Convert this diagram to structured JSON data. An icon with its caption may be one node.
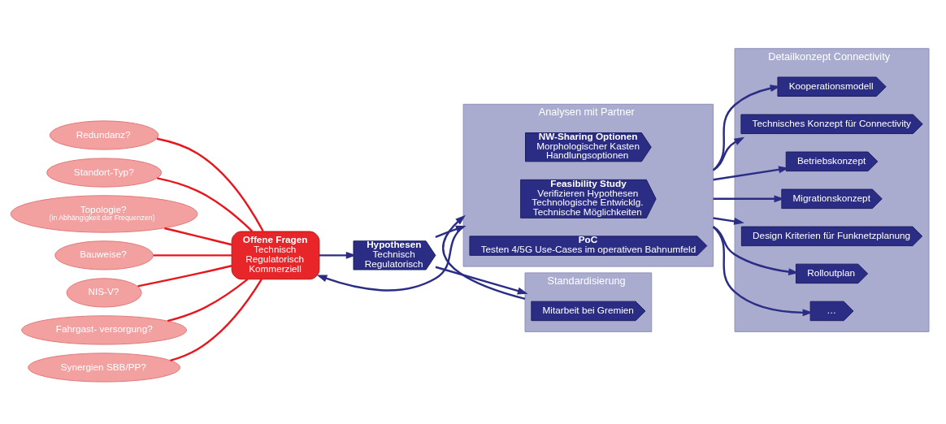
{
  "diagram": {
    "nodes": [
      {
        "text": [
          "Redundanz?"
        ]
      },
      {
        "text": [
          "Standort-Typ?"
        ]
      },
      {
        "text": [
          "Topologie?",
          "(in Abhängigkeit der Frequenzen)"
        ]
      },
      {
        "text": [
          "Bauweise?"
        ]
      },
      {
        "text": [
          "NIS-V?"
        ]
      },
      {
        "text": [
          "Fahrgast- versorgung?"
        ]
      },
      {
        "text": [
          "Synergien SBB/PP?"
        ]
      },
      {
        "text": [
          "Offene Fragen",
          "Technisch",
          "Regulatorisch",
          "Kommerziell"
        ]
      },
      {
        "text": [
          "Hypothesen",
          "Technisch",
          "Regulatorisch"
        ]
      },
      {
        "text": [
          "Analysen mit Partner"
        ]
      },
      {
        "text": [
          "NW-Sharing Optionen",
          "Morphologischer Kasten",
          "Handlungsoptionen"
        ],
        "in": 9
      },
      {
        "text": [
          "Feasibility Study",
          "Verifizieren Hypothesen",
          "Technologische Entwicklg.",
          "Technische Möglichkeiten"
        ],
        "in": 9
      },
      {
        "text": [
          "PoC",
          "Testen 4/5G Use-Cases im operativen Bahnumfeld"
        ],
        "in": 9
      },
      {
        "text": [
          "Standardisierung"
        ]
      },
      {
        "text": [
          "Mitarbeit bei Gremien"
        ],
        "in": 13
      },
      {
        "text": [
          "Detailkonzept Connectivity"
        ]
      },
      {
        "text": [
          "Kooperationsmodell"
        ],
        "in": 15
      },
      {
        "text": [
          "Technisches Konzept für Connectivity"
        ],
        "in": 15
      },
      {
        "text": [
          "Betriebskonzept"
        ],
        "in": 15
      },
      {
        "text": [
          "Migrationskonzept"
        ],
        "in": 15
      },
      {
        "text": [
          "Design Kriterien für Funknetzplanung"
        ],
        "in": 15
      },
      {
        "text": [
          "Rolloutplan"
        ],
        "in": 15
      },
      {
        "text": [
          "…"
        ],
        "in": 15
      }
    ],
    "edges": [
      {
        "from": 0,
        "to": 7,
        "arrow": "none",
        "color": "#e8161c"
      },
      {
        "from": 1,
        "to": 7,
        "arrow": "none",
        "color": "#e8161c"
      },
      {
        "from": 2,
        "to": 7,
        "arrow": "none",
        "color": "#e8161c"
      },
      {
        "from": 3,
        "to": 7,
        "arrow": "none",
        "color": "#e8161c"
      },
      {
        "from": 4,
        "to": 7,
        "arrow": "none",
        "color": "#e8161c"
      },
      {
        "from": 5,
        "to": 7,
        "arrow": "none",
        "color": "#e8161c"
      },
      {
        "from": 6,
        "to": 7,
        "arrow": "none",
        "color": "#e8161c"
      },
      {
        "from": 7,
        "to": 8,
        "arrow": "to"
      },
      {
        "from": 8,
        "to": 9,
        "arrow": "to"
      },
      {
        "from": 8,
        "to": 13,
        "arrow": "to"
      },
      {
        "from": 13,
        "to": 9,
        "arrow": "to"
      },
      {
        "from": 9,
        "to": 7,
        "arrow": "to"
      },
      {
        "from": 9,
        "to": 16,
        "arrow": "to"
      },
      {
        "from": 9,
        "to": 17,
        "arrow": "to"
      },
      {
        "from": 9,
        "to": 18,
        "arrow": "to"
      },
      {
        "from": 9,
        "to": 19,
        "arrow": "to"
      },
      {
        "from": 9,
        "to": 20,
        "arrow": "to"
      },
      {
        "from": 9,
        "to": 21,
        "arrow": "to"
      },
      {
        "from": 9,
        "to": 22,
        "arrow": "to"
      }
    ]
  }
}
